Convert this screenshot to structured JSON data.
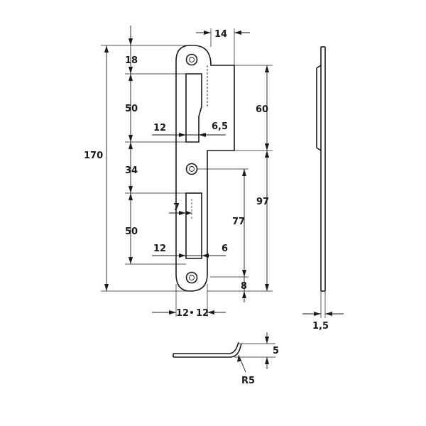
{
  "dimensions": {
    "top_height": "18",
    "upper_slot": "50",
    "total_length": "170",
    "middle_gap": "34",
    "lower_slot": "50",
    "tab_width": "14",
    "tab_height": "60",
    "upper_slot_width": "12",
    "upper_offset": "6,5",
    "lower_bottom_height": "97",
    "lower_slot_height": "77",
    "lower_slot_width": "7",
    "lower_slot_left": "12",
    "lower_offset": "6",
    "bottom_margin": "8",
    "half_width_left": "12",
    "half_width_right": "12",
    "thickness": "1,5",
    "bend_height": "5",
    "bend_radius": "R5"
  }
}
